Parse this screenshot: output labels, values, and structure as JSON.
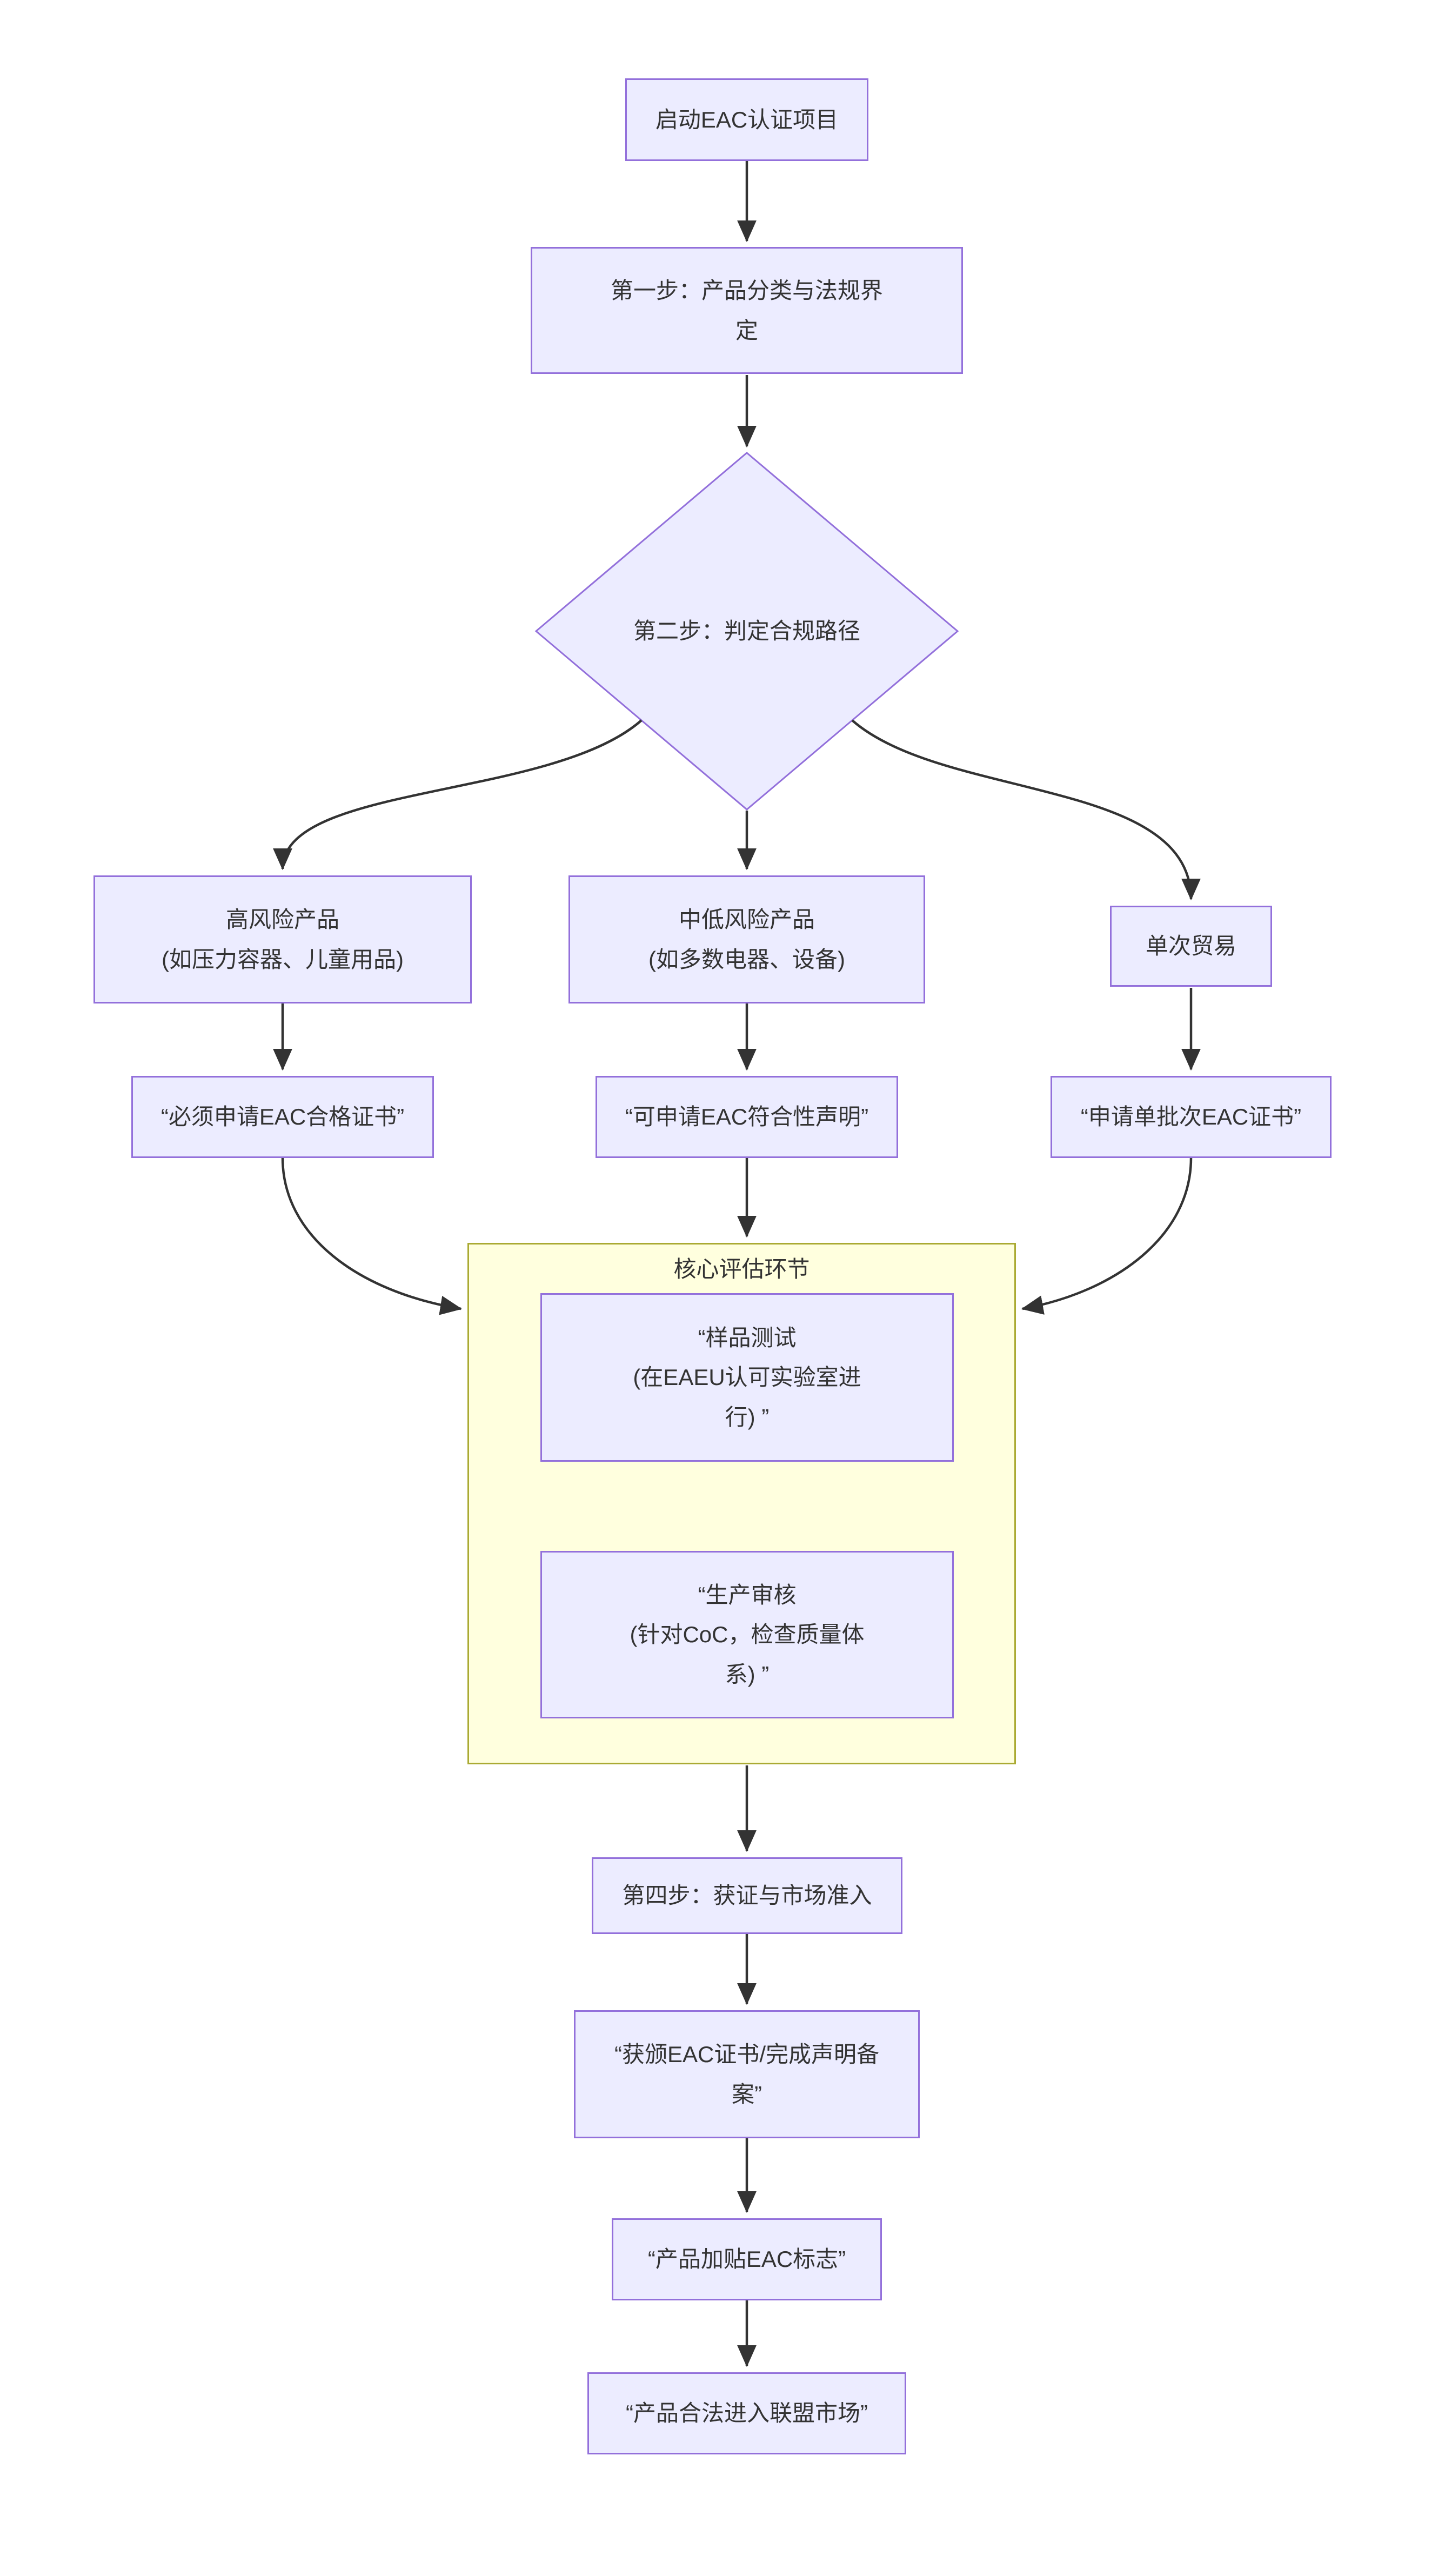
{
  "diagram": {
    "nodes": {
      "start": "启动EAC认证项目",
      "step1": "第一步：产品分类与法规界\n定",
      "decision": "第二步：判定合规路径",
      "high_risk": "高风险产品\n(如压力容器、儿童用品)",
      "mid_low_risk": "中低风险产品\n(如多数电器、设备)",
      "single_trade": "单次贸易",
      "must_cert": "“必须申请EAC合格证书”",
      "declaration": "“可申请EAC符合性声明”",
      "batch_cert": "“申请单批次EAC证书”",
      "sample_test": "“样品测试\n(在EAEU认可实验室进\n行) ”",
      "production_audit": "“生产审核\n(针对CoC，检查质量体\n系) ”",
      "step4": "第四步：获证与市场准入",
      "grant": "“获颁EAC证书/完成声明备\n案”",
      "mark": "“产品加贴EAC标志”",
      "market": "“产品合法进入联盟市场”"
    },
    "cluster": {
      "title": "核心评估环节"
    },
    "colors": {
      "node_fill": "#ECECFF",
      "node_border": "#9370DB",
      "cluster_fill": "#FFFFDE",
      "cluster_border": "#AAAA33",
      "edge": "#333333",
      "text": "#333333"
    }
  }
}
